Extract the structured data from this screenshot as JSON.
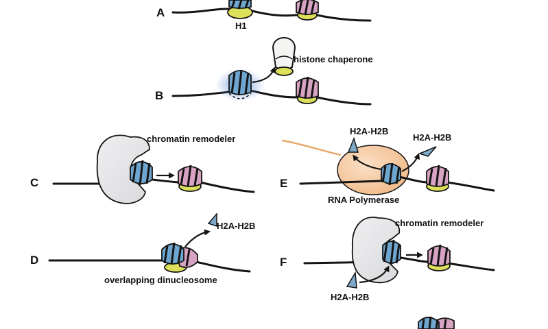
{
  "panels": {
    "A": {
      "letter": "A",
      "h1_label": "H1"
    },
    "B": {
      "letter": "B",
      "chaperone_label": "histone chaperone"
    },
    "C": {
      "letter": "C",
      "remodeler_label": "chromatin remodeler"
    },
    "D": {
      "letter": "D",
      "dimer_label": "H2A-H2B",
      "dinucleosome_label": "overlapping dinucleosome"
    },
    "E": {
      "letter": "E",
      "dimer_label_left": "H2A-H2B",
      "dimer_label_right": "H2A-H2B",
      "polymerase_label": "RNA Polymerase"
    },
    "F": {
      "letter": "F",
      "remodeler_label": "chromatin remodeler",
      "dimer_label": "H2A-H2B"
    }
  },
  "colors": {
    "dna": "#141414",
    "nucleosome_blue": "#6fa6cf",
    "nucleosome_pink": "#d8a3c3",
    "h2a_h2b_yellow": "#dde05a",
    "remodeler_gray": "#e6e7e9",
    "rna_polymerase_orange": "#f3c79d",
    "rna_transcript": "#e8a868",
    "eviction_glow": "#6b8fd6"
  }
}
